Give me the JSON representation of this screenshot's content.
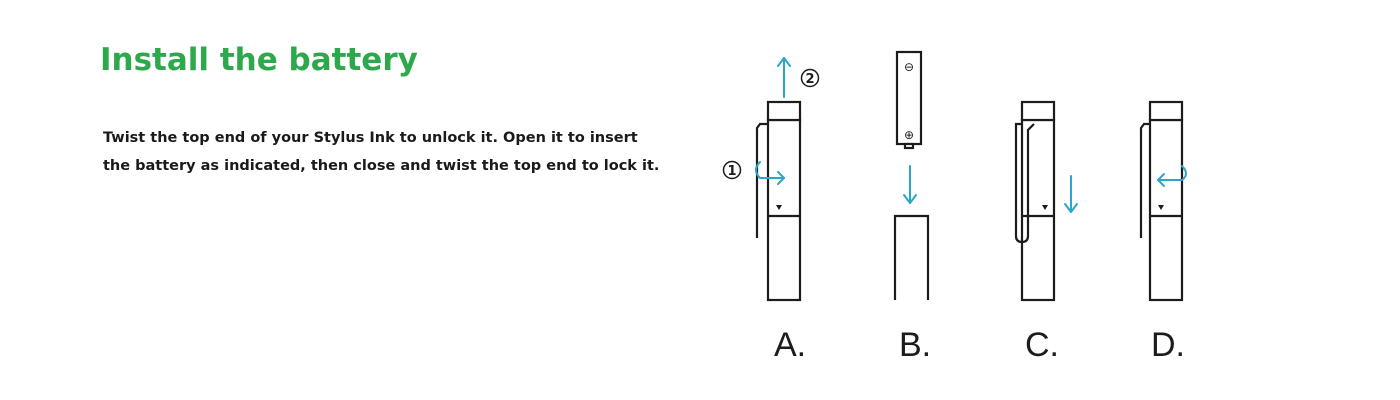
{
  "heading": {
    "title": "Install the battery",
    "color": "#2da84a"
  },
  "instructions": {
    "line1": "Twist the top end of your Stylus Ink to unlock it. Open it to insert",
    "line2": "the battery as indicated, then close and twist the top end to lock it."
  },
  "diagram": {
    "arrow_color": "#2aa6c8",
    "markers": {
      "step1": "1",
      "step2": "2"
    },
    "battery": {
      "negative": "⊖",
      "positive": "⊕"
    },
    "panels": [
      {
        "label": "A."
      },
      {
        "label": "B."
      },
      {
        "label": "C."
      },
      {
        "label": "D."
      }
    ]
  }
}
